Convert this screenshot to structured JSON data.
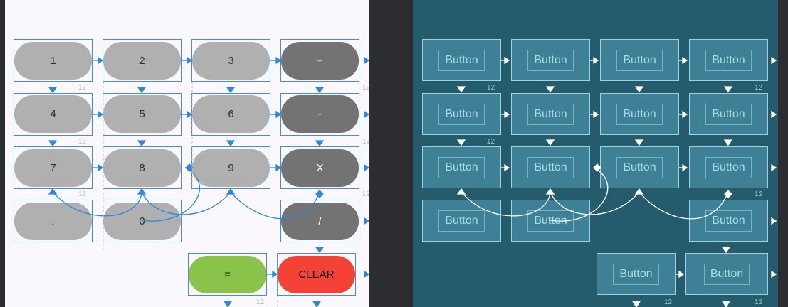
{
  "design": {
    "keys": [
      {
        "id": "k1",
        "label": "1",
        "kind": "num"
      },
      {
        "id": "k2",
        "label": "2",
        "kind": "num"
      },
      {
        "id": "k3",
        "label": "3",
        "kind": "num"
      },
      {
        "id": "kplus",
        "label": "+",
        "kind": "op"
      },
      {
        "id": "k4",
        "label": "4",
        "kind": "num"
      },
      {
        "id": "k5",
        "label": "5",
        "kind": "num"
      },
      {
        "id": "k6",
        "label": "6",
        "kind": "num"
      },
      {
        "id": "kminus",
        "label": "-",
        "kind": "op"
      },
      {
        "id": "k7",
        "label": "7",
        "kind": "num"
      },
      {
        "id": "k8",
        "label": "8",
        "kind": "num"
      },
      {
        "id": "k9",
        "label": "9",
        "kind": "num"
      },
      {
        "id": "kx",
        "label": "X",
        "kind": "op"
      },
      {
        "id": "kdot",
        "label": ".",
        "kind": "num"
      },
      {
        "id": "k0",
        "label": "0",
        "kind": "num"
      },
      {
        "id": "kdiv",
        "label": "/",
        "kind": "op"
      },
      {
        "id": "keq",
        "label": "=",
        "kind": "eq"
      },
      {
        "id": "kclear",
        "label": "CLEAR",
        "kind": "clear"
      }
    ],
    "margin_label": "12"
  },
  "blueprint": {
    "button_label": "Button",
    "margin_label": "12"
  },
  "colors": {
    "design_bg": "#fbf8fd",
    "blueprint_bg": "#245b6d",
    "selection": "#3d8fe0",
    "num_key": "#b0b0b0",
    "op_key": "#737373",
    "equals_key": "#8bc34a",
    "clear_key": "#f44336"
  }
}
